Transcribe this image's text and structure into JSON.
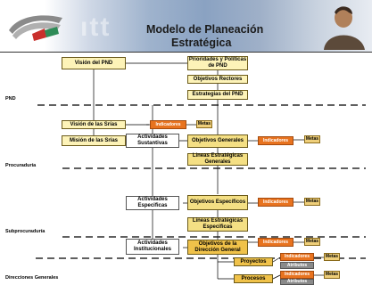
{
  "header": {
    "title_line1": "Modelo de Planeación",
    "title_line2": "Estratégica"
  },
  "levels": {
    "pnd": "PND",
    "procuraduria": "Procuraduría",
    "subprocuraduria": "Subprocuraduría",
    "direcciones": "Direcciones Generales"
  },
  "boxes": {
    "vision_pnd": "Visión del PND",
    "prioridades": "Prioridades y Políticas de PND",
    "objetivos_rectores": "Objetivos Rectores",
    "estrategias_pnd": "Estrategias del PND",
    "vision_srias": "Visión de las Srías",
    "mision_srias": "Misión de las Srías",
    "act_sustantivas": "Actividades Sustantivas",
    "objetivos_generales": "Objetivos Generales",
    "lineas_generales": "Lineas Estratégicas Generales",
    "act_especificas": "Actividades Especificas",
    "objetivos_especificos": "Objetivos Específicos",
    "lineas_especificas": "Lineas Estratégicas Especificas",
    "act_institucionales": "Actividades Institucionales",
    "objetivos_direccion": "Objetivos de la Dirección General",
    "proyectos": "Proyectos",
    "procesos": "Procesos",
    "indicadores": "Indicadores",
    "metas": "Metas",
    "atributos": "Atributos"
  }
}
